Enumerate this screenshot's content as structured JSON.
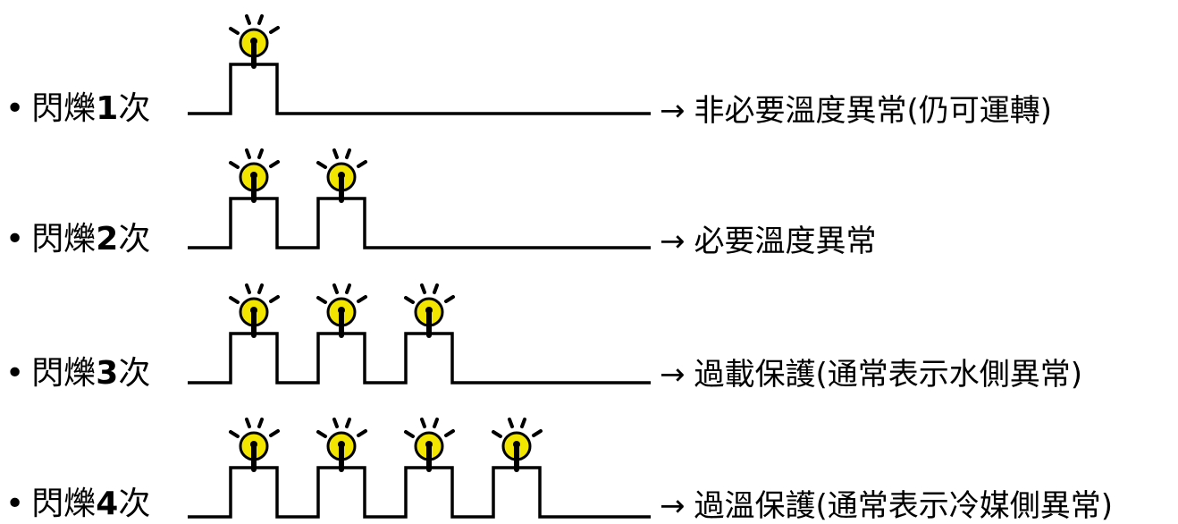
{
  "colors": {
    "signal_line": "#000000",
    "bulb_fill": "#f2e600",
    "bulb_stroke": "#000000",
    "text": "#000000"
  },
  "bullet": "•",
  "arrow": "→",
  "rows": [
    {
      "label_prefix": "閃爍",
      "count": "1",
      "label_suffix": "次",
      "pulses": 1,
      "description": "非必要溫度異常(仍可運轉)"
    },
    {
      "label_prefix": "閃爍",
      "count": "2",
      "label_suffix": "次",
      "pulses": 2,
      "description": "必要溫度異常"
    },
    {
      "label_prefix": "閃爍",
      "count": "3",
      "label_suffix": "次",
      "pulses": 3,
      "description": "過載保護(通常表示水側異常)"
    },
    {
      "label_prefix": "閃爍",
      "count": "4",
      "label_suffix": "次",
      "pulses": 4,
      "description": "過溫保護(通常表示冷媒側異常)"
    }
  ],
  "icons": {
    "pulse_indicator": "lightbulb-icon"
  }
}
